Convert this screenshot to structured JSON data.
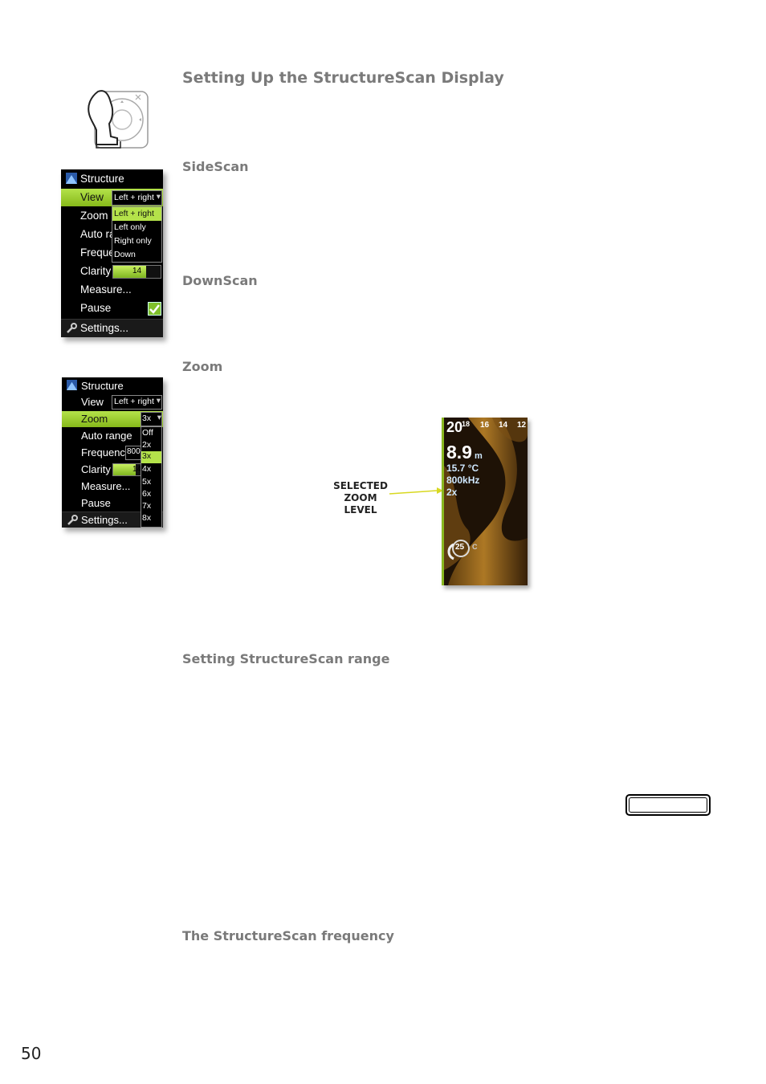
{
  "page": {
    "title": "Setting Up the StructureScan Display",
    "page_number": "50"
  },
  "sections": {
    "sidescan": "SideScan",
    "downscan": "DownScan",
    "zoom": "Zoom",
    "range": "Setting StructureScan range",
    "frequency": "The StructureScan frequency"
  },
  "menu1": {
    "title": "Structure",
    "items": [
      "View",
      "Zoom",
      "Auto ra",
      "Frequer",
      "Clarity",
      "Measure...",
      "Pause",
      "Settings..."
    ],
    "view_value": "Left + right",
    "dropdown": [
      "Left + right",
      "Left only",
      "Right only",
      "Down"
    ],
    "clarity_value": "14",
    "clarity_level": 0.7,
    "pause_checked": true
  },
  "menu2": {
    "title": "Structure",
    "items": [
      "View",
      "Zoom",
      "Auto range",
      "Frequency",
      "Clarity",
      "Measure...",
      "Pause",
      "Settings..."
    ],
    "view_value": "Left + right",
    "zoom_value": "3x",
    "frequency_value": "800",
    "clarity_value": "14",
    "clarity_level": 0.8,
    "dropdown": [
      "Off",
      "2x",
      "3x",
      "4x",
      "5x",
      "6x",
      "7x",
      "8x"
    ]
  },
  "sonar": {
    "range_top": "20",
    "range_sup": "18",
    "ticks": [
      "16",
      "14",
      "12"
    ],
    "depth": "8.9",
    "depth_unit": "m",
    "temp": "15.7 °C",
    "freq": "800kHz",
    "zoom": "2x",
    "gauge": "25",
    "gauge_letter": "C"
  },
  "callout": {
    "line1": "SELECTED",
    "line2": "ZOOM",
    "line3": "LEVEL"
  },
  "colors": {
    "highlight": "#b4e24a",
    "heading": "#7a7a7a"
  }
}
